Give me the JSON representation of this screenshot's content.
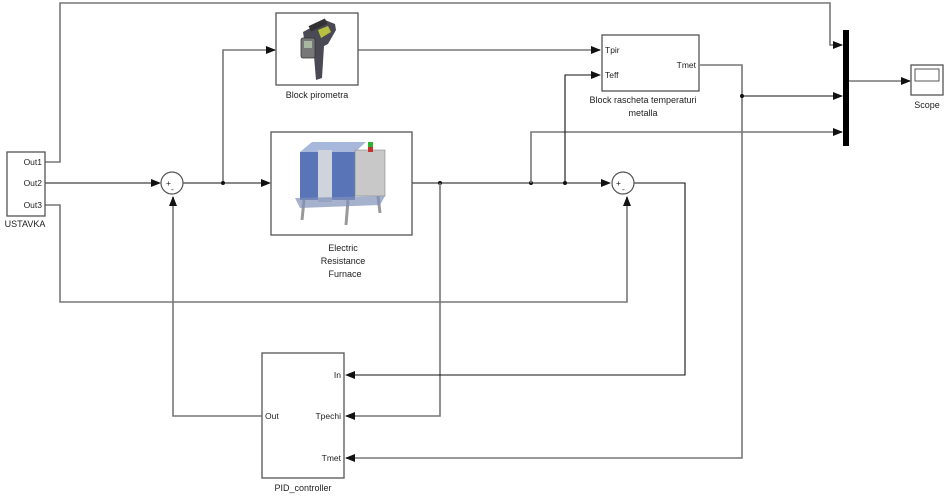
{
  "diagram": {
    "type": "simulink-block-diagram",
    "blocks": {
      "ustavka": {
        "label": "USTAVKA",
        "ports_out": [
          "Out1",
          "Out2",
          "Out3"
        ]
      },
      "pirometr": {
        "label": "Block pirometra",
        "icon": "pyrometer-image"
      },
      "furnace": {
        "label_lines": [
          "Electric",
          "Resistance",
          "Furnace"
        ],
        "icon": "furnace-image"
      },
      "raschet": {
        "label_lines": [
          "Block rascheta temperaturi",
          "metalla"
        ],
        "ports_in": [
          "Tpir",
          "Teff"
        ],
        "ports_out": [
          "Tmet"
        ]
      },
      "pid": {
        "label": "PID_controller",
        "ports_in": [
          "In",
          "Tpechi",
          "Tmet"
        ],
        "ports_out": [
          "Out"
        ]
      },
      "sum1": {
        "signs": [
          "+",
          "-"
        ]
      },
      "sum2": {
        "signs": [
          "+",
          "-"
        ]
      },
      "mux": {
        "inputs": 3
      },
      "scope": {
        "label": "Scope",
        "icon": "scope-icon"
      }
    },
    "connections": [
      "USTAVKA.Out1 -> Mux.in1",
      "USTAVKA.Out2 -> Sum1.+",
      "USTAVKA.Out3 -> Sum2.-",
      "Sum1 -> Electric Resistance Furnace",
      "Sum1 -> Block pirometra",
      "Block pirometra -> Block rascheta temperaturi metalla.Tpir",
      "Electric Resistance Furnace -> Block rascheta temperaturi metalla.Teff",
      "Electric Resistance Furnace -> Mux.in3",
      "Electric Resistance Furnace -> Sum2.+",
      "Electric Resistance Furnace -> PID_controller.Tpechi",
      "Block rascheta temperaturi metalla.Tmet -> Mux.in2",
      "Block rascheta temperaturi metalla.Tmet -> PID_controller.Tmet",
      "Sum2 -> PID_controller.In",
      "PID_controller.Out -> Sum1.-",
      "Mux -> Scope"
    ]
  }
}
